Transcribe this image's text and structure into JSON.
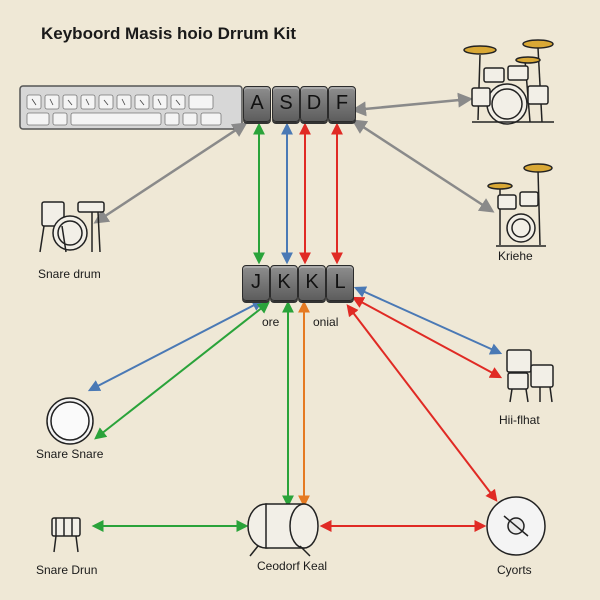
{
  "title": "Keyboord Masis hoio Drrum Kit",
  "keys_top": [
    "A",
    "S",
    "D",
    "F"
  ],
  "keys_mid": [
    "J",
    "K",
    "K",
    "L"
  ],
  "labels": {
    "snare_drum_top": "Snare drum",
    "kriehe": "Kriehe",
    "ore": "ore",
    "onial": "onial",
    "hi_hat": "Hii-flhat",
    "snare_snare": "Snare Snare",
    "snare_drun": "Snare Drun",
    "ceodorf_keal": "Ceodorf Keal",
    "cyorts": "Cyorts"
  },
  "colors": {
    "green": "#2aa33a",
    "blue": "#4a79b5",
    "red": "#e02a24",
    "orange": "#e57a22",
    "gray": "#8a8a8a",
    "background": "#efe8d6"
  },
  "icons": [
    "keyboard-icon",
    "drum-kit-icon",
    "snare-drum-icon",
    "cymbal-icon",
    "tom-drum-icon",
    "bass-drum-icon"
  ]
}
